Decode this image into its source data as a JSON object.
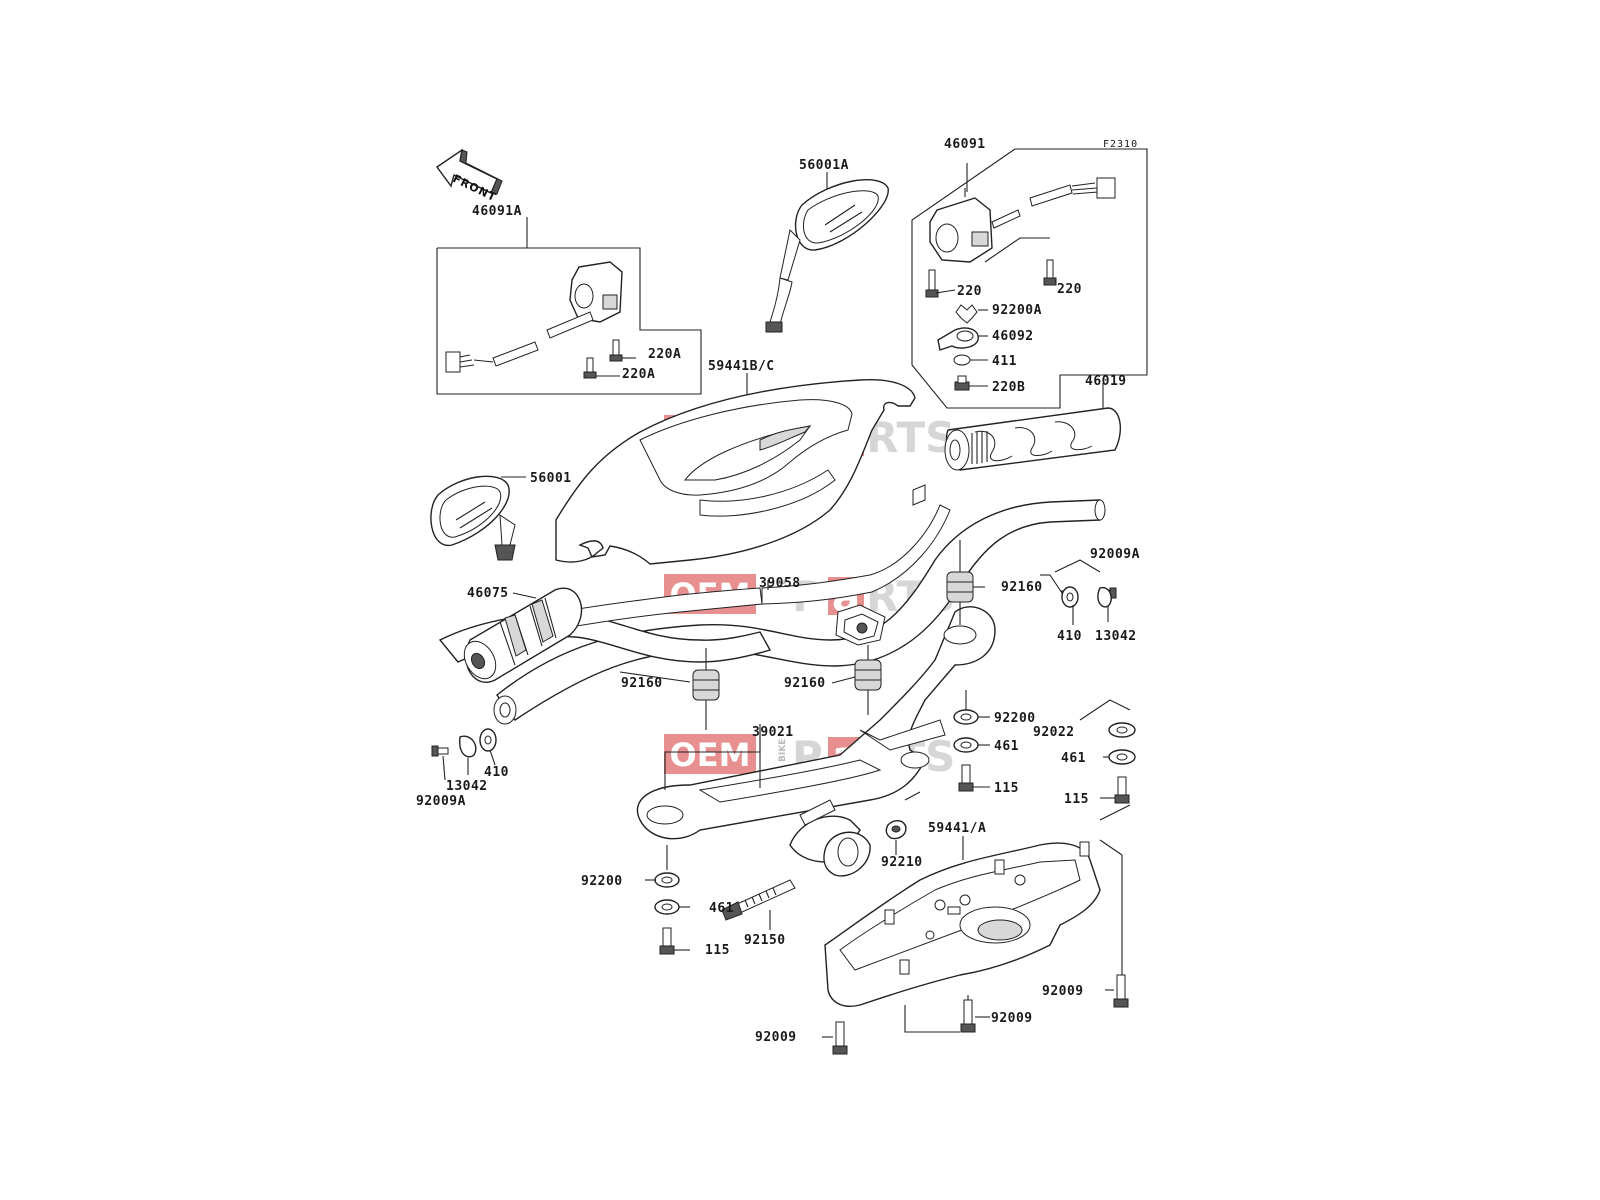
{
  "diagram_code": "F2310",
  "front_label": "FRONT",
  "watermark": {
    "oem": "OEM",
    "bike": "BIKE",
    "parts": "P",
    "a": "a",
    "rts": "RTS"
  },
  "labels": {
    "l46091A": "46091A",
    "l56001A": "56001A",
    "l46091": "46091",
    "l220A_1": "220A",
    "l220A_2": "220A",
    "l220_1": "220",
    "l220_2": "220",
    "l92200A": "92200A",
    "l46092": "46092",
    "l411": "411",
    "l220B": "220B",
    "l59441BC": "59441B/C",
    "l46019": "46019",
    "l56001": "56001",
    "l92009A_1": "92009A",
    "l46075": "46075",
    "l39058": "39058",
    "l92160_1": "92160",
    "l410_1": "410",
    "l13042_1": "13042",
    "l92160_2": "92160",
    "l92160_3": "92160",
    "l92200_1": "92200",
    "l92022": "92022",
    "l39021": "39021",
    "l461_1": "461",
    "l461_2": "461",
    "l410_2": "410",
    "l13042_2": "13042",
    "l115_1": "115",
    "l115_2": "115",
    "l92009A_2": "92009A",
    "l59441A": "59441/A",
    "l92210": "92210",
    "l92200_2": "92200",
    "l461_3": "461",
    "l92150": "92150",
    "l115_3": "115",
    "l92009_1": "92009",
    "l92009_2": "92009",
    "l92009_3": "92009"
  }
}
